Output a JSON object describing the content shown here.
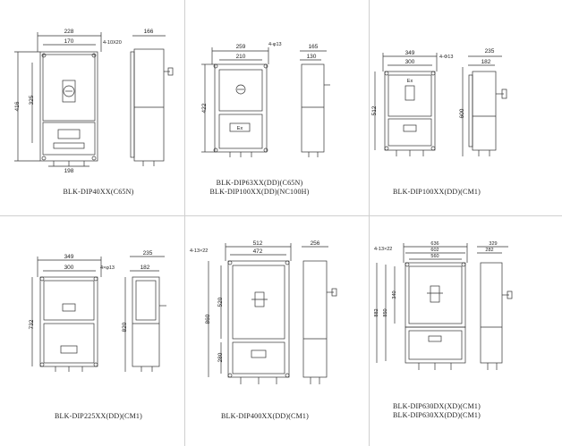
{
  "panels": [
    {
      "caption": "BLK-DIP40XX(C65N)",
      "dims": {
        "top_outer": "228",
        "top_inner": "170",
        "side_top": "166",
        "holes": "4-10X20",
        "height_outer": "416",
        "height_inner": "325",
        "bottom": "198"
      }
    },
    {
      "caption_lines": [
        "BLK-DIP63XX(DD)(C65N)",
        "BLK-DIP100XX(DD)(NC100H)"
      ],
      "dims": {
        "top_outer": "259",
        "top_inner": "210",
        "side_top": "165",
        "side_inner": "130",
        "holes": "4-φ13",
        "height": "422",
        "ex_label": "Ex"
      }
    },
    {
      "caption": "BLK-DIP100XX(DD)(CM1)",
      "dims": {
        "top_outer": "349",
        "top_inner": "300",
        "side_top": "235",
        "side_inner": "182",
        "holes": "4-Φ13",
        "height_left": "512",
        "height_right": "600",
        "ex_label": "Ex"
      }
    },
    {
      "caption": "BLK-DIP225XX(DD)(CM1)",
      "dims": {
        "top_outer": "349",
        "top_inner": "300",
        "side_top": "235",
        "side_inner": "182",
        "holes": "4×φ13",
        "height_left": "732",
        "height_right": "820"
      }
    },
    {
      "caption": "BLK-DIP400XX(DD)(CM1)",
      "dims": {
        "top_outer": "512",
        "top_inner": "472",
        "side_top": "256",
        "holes": "4-13×22",
        "height_outer": "860",
        "height_upper": "520",
        "height_lower": "280"
      }
    },
    {
      "caption_lines": [
        "BLK-DIP630DX(XD)(CM1)",
        "BLK-DIP630XX(DD)(CM1)"
      ],
      "dims": {
        "top_outer": "636",
        "top_mid": "602",
        "top_inner": "560",
        "side_top": "329",
        "side_inner": "282",
        "holes": "4-13×22",
        "height_outer": "882",
        "height_mid": "850",
        "height_upper": "340"
      }
    }
  ]
}
